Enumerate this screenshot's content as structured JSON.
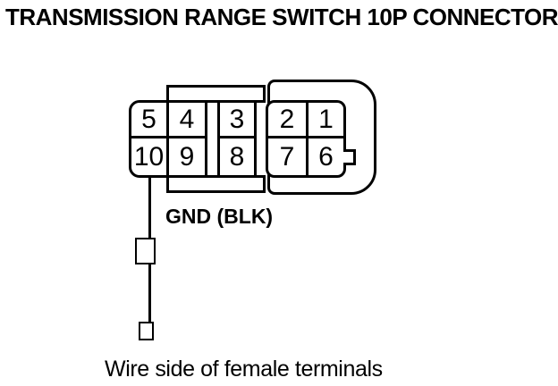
{
  "title": "TRANSMISSION RANGE SWITCH 10P CONNECTOR",
  "connector": {
    "name": "transmission-range-switch-10p-connector",
    "pins": {
      "p1": "1",
      "p2": "2",
      "p3": "3",
      "p4": "4",
      "p5": "5",
      "p6": "6",
      "p7": "7",
      "p8": "8",
      "p9": "9",
      "p10": "10"
    },
    "pin_rows": {
      "top": [
        "5",
        "4",
        "3",
        "2",
        "1"
      ],
      "bottom": [
        "10",
        "9",
        "8",
        "7",
        "6"
      ]
    },
    "wire": {
      "from_pin": "10",
      "label": "GND (BLK)"
    }
  },
  "caption": "Wire side of female terminals",
  "colors": {
    "ink": "#000000",
    "background": "#ffffff"
  }
}
